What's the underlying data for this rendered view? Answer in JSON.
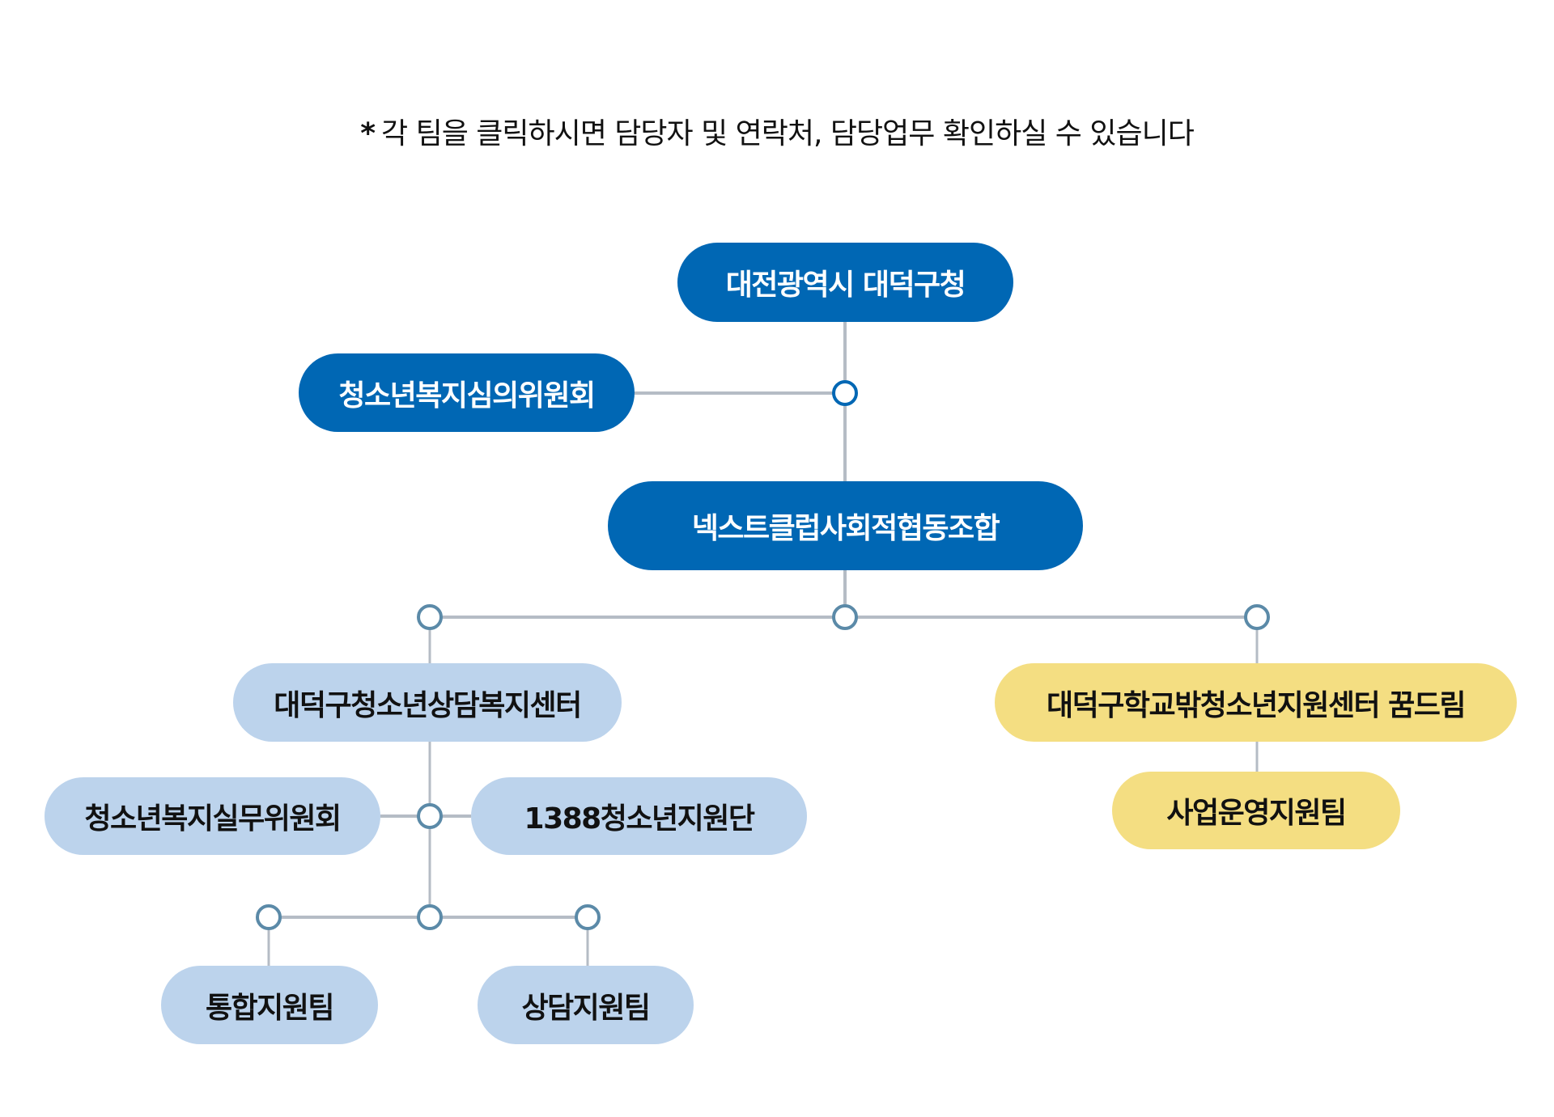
{
  "notice": {
    "mark": "*",
    "text": "각 팀을 클릭하시면 담당자 및 연락처, 담당업무 확인하실 수 있습니다"
  },
  "nodes": {
    "district_office": "대전광역시 대덕구청",
    "welfare_council": "청소년복지심의위원회",
    "cooperative": "넥스트클럽사회적협동조합",
    "counseling_center": "대덕구청소년상담복지센터",
    "out_of_school_center": "대덕구학교밖청소년지원센터 꿈드림",
    "practical_committee": "청소년복지실무위원회",
    "support_group_1388": "1388청소년지원단",
    "business_support_team": "사업운영지원팀",
    "integrated_support_team": "통합지원팀",
    "counseling_support_team": "상담지원팀"
  },
  "colors": {
    "dark": "#0067b4",
    "light": "#bcd3ec",
    "yellow": "#f4de82",
    "line": "#b5bcc5",
    "dot": "#5b8aa8"
  }
}
